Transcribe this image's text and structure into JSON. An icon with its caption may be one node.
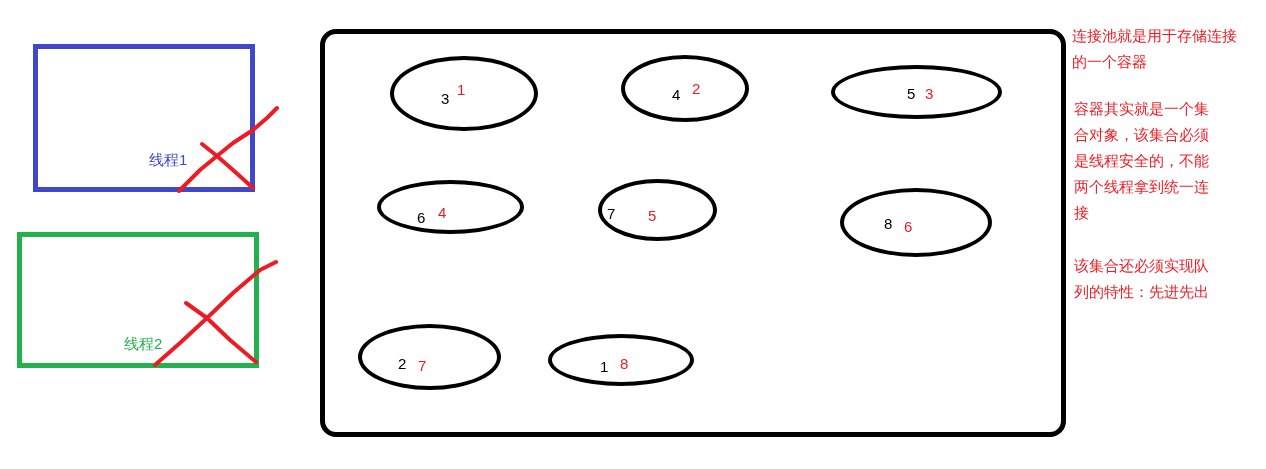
{
  "diagram": {
    "nodes": [
      {
        "text": [
          "线程1"
        ]
      },
      {
        "text": [
          "线程2"
        ]
      },
      {
        "text": [],
        "shape": "box"
      },
      {
        "text": [
          "3",
          "1"
        ],
        "in": 2
      },
      {
        "text": [
          "4",
          "2"
        ],
        "in": 2
      },
      {
        "text": [
          "5",
          "3"
        ],
        "in": 2
      },
      {
        "text": [
          "6",
          "4"
        ],
        "in": 2
      },
      {
        "text": [
          "7",
          "5"
        ],
        "in": 2
      },
      {
        "text": [
          "8",
          "6"
        ],
        "in": 2
      },
      {
        "text": [
          "2",
          "7"
        ],
        "in": 2
      },
      {
        "text": [
          "1",
          "8"
        ],
        "in": 2
      }
    ],
    "labels": [
      "连接池就是用于存储连接的一个容器",
      "容器其实就是一个集合对象，该集合必须是线程安全的，不能两个线程拿到统一连接",
      "该集合还必须实现队列的特性：先进先出"
    ]
  }
}
